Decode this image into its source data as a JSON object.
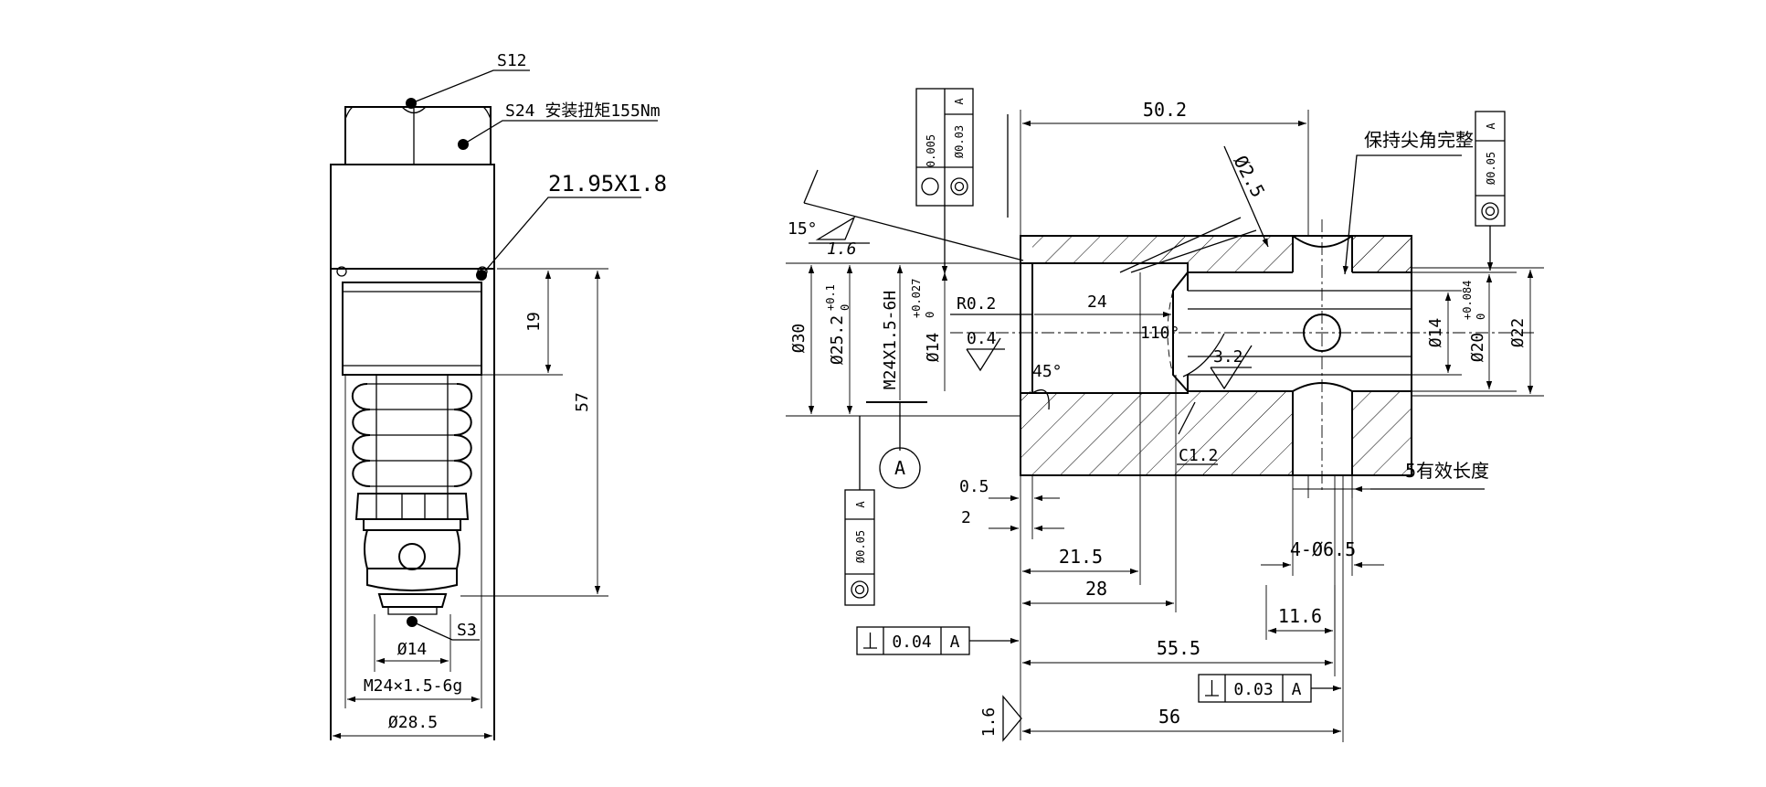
{
  "left_view": {
    "s12": "S12",
    "s24": "S24 安装扭矩155Nm",
    "oring": "21.95X1.8",
    "dim_19": "19",
    "dim_57": "57",
    "s3": "S3",
    "dia14": "Ø14",
    "thread": "M24×1.5-6g",
    "dia28_5": "Ø28.5"
  },
  "right_view": {
    "dim_50_2": "50.2",
    "dia2_5": "Ø2.5",
    "keep_sharp": "保持尖角完整",
    "angle15": "15°",
    "rough1_6_top": "1.6",
    "r0_2": "R0.2",
    "dim_24": "24",
    "rough0_4": "0.4",
    "angle110": "110°",
    "rough3_2": "3.2",
    "dia30": "Ø30",
    "dia25_2": "Ø25.2",
    "tol25_2_up": "+0.1",
    "tol25_2_lo": "0",
    "thread_m24": "M24X1.5-6H",
    "dia14_in": "Ø14",
    "tol14_up": "+0.027",
    "tol14_lo": "0",
    "angle45": "45°",
    "dia14_right": "Ø14",
    "dia20": "Ø20",
    "tol20_up": "+0.084",
    "tol20_lo": "0",
    "dia22": "Ø22",
    "c1_2": "C1.2",
    "eff_len": "5有效长度",
    "datum_a": "A",
    "dim_0_5": "0.5",
    "dim_2": "2",
    "dim_21_5": "21.5",
    "holes": "4-Ø6.5",
    "dim_28": "28",
    "dim_11_6": "11.6",
    "dim_55_5": "55.5",
    "rough1_6_bot": "1.6",
    "dim_56": "56"
  },
  "fcf": {
    "top_left": {
      "tol1": "0.005",
      "tol2": "Ø0.03",
      "datum": "A"
    },
    "top_right": {
      "tol": "Ø0.05",
      "datum": "A"
    },
    "left": {
      "tol": "Ø0.05",
      "datum": "A"
    },
    "perp_left": {
      "tol": "0.04",
      "datum": "A"
    },
    "perp_right": {
      "tol": "0.03",
      "datum": "A"
    }
  }
}
